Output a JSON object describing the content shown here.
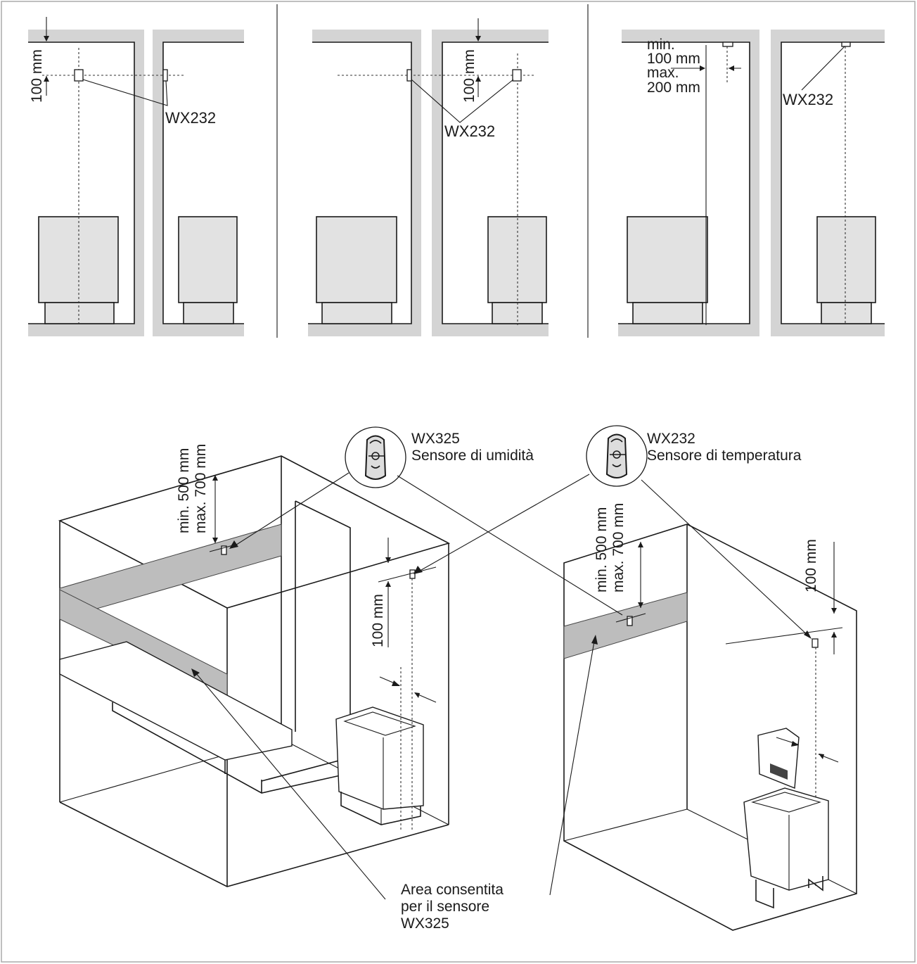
{
  "labels": {
    "wx232": "WX232",
    "wx325": "WX325",
    "dim_100mm": "100 mm",
    "min_100mm_line1": "min.",
    "min_100mm_line2": "100 mm",
    "max_200mm_line1": "max.",
    "max_200mm_line2": "200 mm",
    "min_500mm": "min. 500 mm",
    "max_700mm": "max. 700 mm",
    "humidity_sensor_name": "WX325",
    "humidity_sensor_desc": "Sensore di umidità",
    "temperature_sensor_name": "WX232",
    "temperature_sensor_desc": "Sensore di temperatura",
    "area_line1": "Area consentita",
    "area_line2": "per il sensore",
    "area_line3": "WX325"
  },
  "colors": {
    "wall": "#d4d4d4",
    "heater": "#e2e2e2",
    "band": "#bdbdbd",
    "line": "#1a1a1a",
    "border": "#aaaaaa"
  }
}
